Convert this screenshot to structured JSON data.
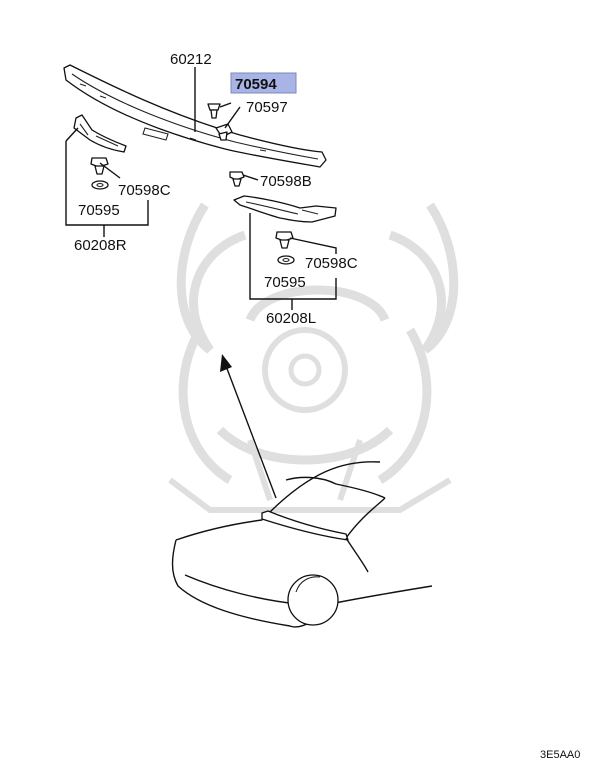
{
  "colors": {
    "highlight": "#a9b4e6",
    "line": "#111111",
    "watermark": "#d9d9d9"
  },
  "labels": {
    "p60212": "60212",
    "p70594": "70594",
    "p70597": "70597",
    "p70598c_r": "70598C",
    "p70595_r": "70595",
    "p60208r": "60208R",
    "p70598b": "70598B",
    "p70598c_l": "70598C",
    "p70595_l": "70595",
    "p60208l": "60208L"
  },
  "highlighted_part": "70594",
  "diagram_code": "3E5AA0"
}
